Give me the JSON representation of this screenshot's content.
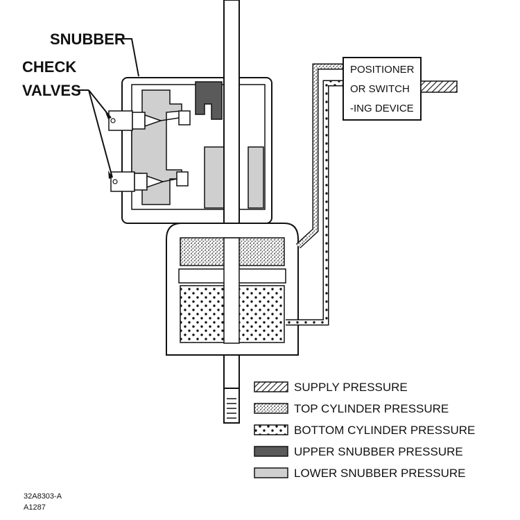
{
  "labels": {
    "snubber": "SNUBBER",
    "check_valves_line1": "CHECK",
    "check_valves_line2": "VALVES",
    "positioner_line1": "POSITIONER",
    "positioner_line2": "OR SWITCH",
    "positioner_line3": "-ING DEVICE"
  },
  "legend": [
    {
      "label": "SUPPLY PRESSURE",
      "pattern": "hatch"
    },
    {
      "label": "TOP CYLINDER PRESSURE",
      "pattern": "stipple"
    },
    {
      "label": "BOTTOM CYLINDER PRESSURE",
      "pattern": "dots"
    },
    {
      "label": "UPPER SNUBBER PRESSURE",
      "pattern": "dark"
    },
    {
      "label": "LOWER SNUBBER PRESSURE",
      "pattern": "light"
    }
  ],
  "drawing_codes": [
    "32A8303-A",
    "A1287"
  ],
  "colors": {
    "dark_gray": "#5a5a5a",
    "light_gray": "#cfcfcf",
    "line": "#111111"
  }
}
